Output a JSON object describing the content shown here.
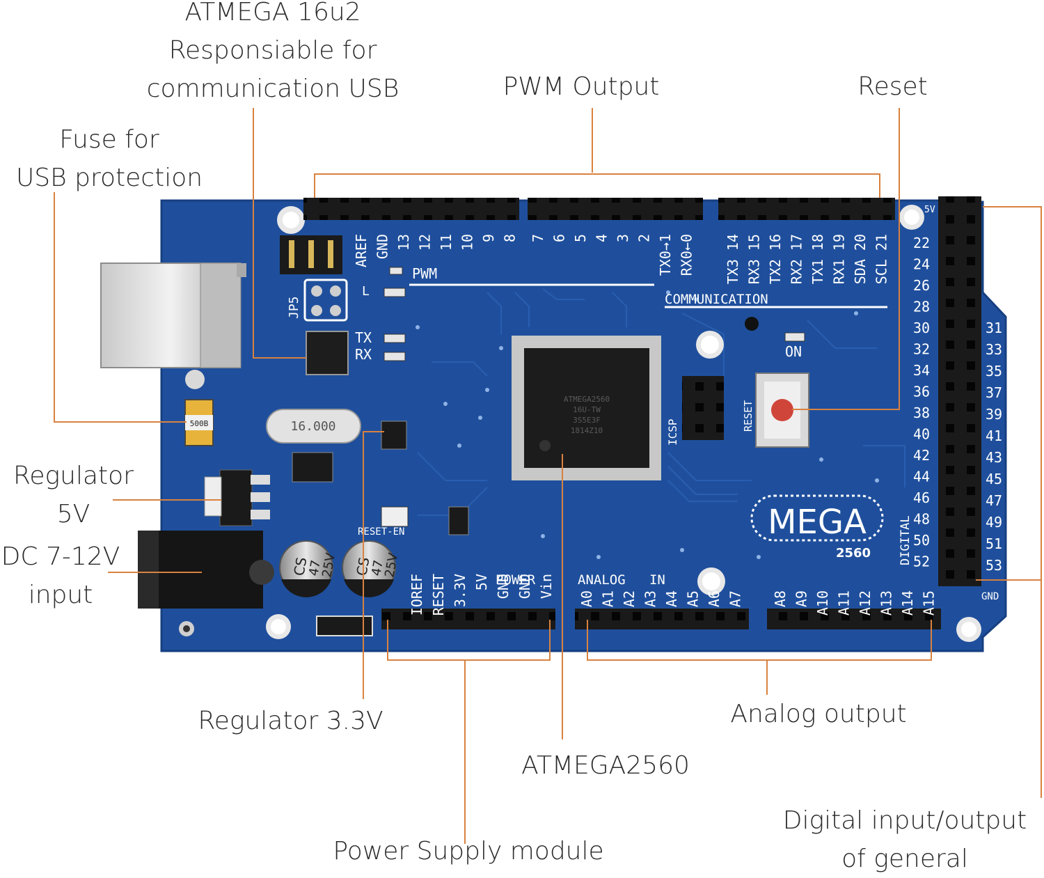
{
  "labels": {
    "atmega16u2": [
      "ATMEGA 16u2",
      "Responsiable for",
      "communication USB"
    ],
    "pwm": "PWM Output",
    "reset": "Reset",
    "fuse": [
      "Fuse for",
      "USB protection"
    ],
    "regulator5v": [
      "Regulator",
      "5V"
    ],
    "dc_input": [
      "DC 7-12V",
      "input"
    ],
    "regulator33": "Regulator 3.3V",
    "analog": "Analog output",
    "atmega2560": "ATMEGA2560",
    "power_supply": "Power Supply module",
    "digital_io": [
      "Digital input/output",
      "of general"
    ]
  },
  "board": {
    "pwm_label": "PWM",
    "tx_label": "TX",
    "rx_label": "RX",
    "l_label": "L",
    "jp5_label": "JP5",
    "communication_label": "COMMUNICATION",
    "on_label": "ON",
    "icsp_label": "ICSP",
    "reset_label": "RESET",
    "reset_en_label": "RESET-EN",
    "power_label": "POWER",
    "analog_in_label": "ANALOG   IN",
    "digital_label": "DIGITAL",
    "gnd_label": "GND",
    "five_v_label": "5V",
    "mega_logo": "MEGA",
    "mega_model": "2560",
    "crystal_label": "16.000",
    "fuse_code": "500B",
    "chip_text": [
      "ATMEGA2560",
      "16U-TW",
      "3S5E3F",
      "1814Z10"
    ],
    "cap_text": [
      "CS",
      "47",
      "25V"
    ],
    "top_pins_a": [
      "AREF",
      "GND",
      "13",
      "12",
      "11",
      "10",
      "9",
      "8"
    ],
    "top_pins_b": [
      "7",
      "6",
      "5",
      "4",
      "3",
      "2",
      "TX0→1",
      "RX0←0"
    ],
    "top_pins_c": [
      "TX3 14",
      "RX3 15",
      "TX2 16",
      "RX2 17",
      "TX1 18",
      "RX1 19",
      "SDA 20",
      "SCL 21"
    ],
    "right_pins_left": [
      "22",
      "24",
      "26",
      "28",
      "30",
      "32",
      "34",
      "36",
      "38",
      "40",
      "42",
      "44",
      "46",
      "48",
      "50",
      "52"
    ],
    "right_pins_right": [
      "31",
      "33",
      "35",
      "37",
      "39",
      "41",
      "43",
      "45",
      "47",
      "49",
      "51",
      "53"
    ],
    "power_pins": [
      "IOREF",
      "RESET",
      "3.3V",
      "5V",
      "GND",
      "GND",
      "Vin"
    ],
    "analog_pins_a": [
      "A0",
      "A1",
      "A2",
      "A3",
      "A4",
      "A5",
      "A6",
      "A7"
    ],
    "analog_pins_b": [
      "A8",
      "A9",
      "A10",
      "A11",
      "A12",
      "A13",
      "A14",
      "A15"
    ]
  },
  "colors": {
    "pcb": "#1f4f9c",
    "pcb_dark": "#153a78",
    "leader": "#d9823f",
    "header": "#1a1a1a",
    "silk": "#ffffff"
  }
}
